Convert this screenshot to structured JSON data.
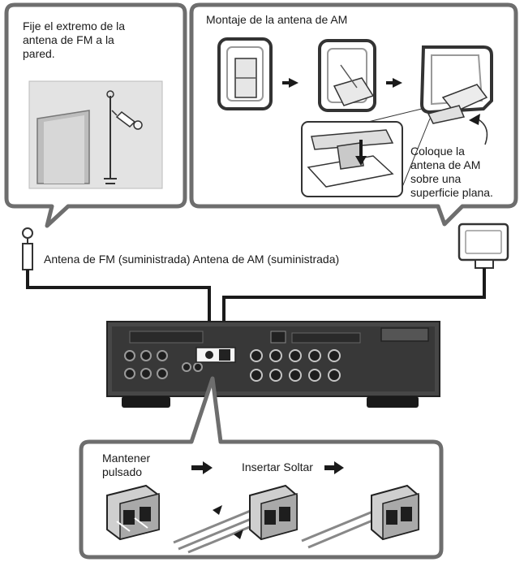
{
  "fm_panel": {
    "instruction": "Fije el extremo de la\nantena de FM a la\npared."
  },
  "am_panel": {
    "title": "Montaje de la antena de AM",
    "note": "Coloque la\nantena de AM\nsobre una\nsuperficie plana."
  },
  "antenna_caption": "Antena de FM (suministrada) Antena de AM (suministrada)",
  "connect_panel": {
    "step_hold": "Mantener\npulsado",
    "step_insert_release": "Insertar Soltar"
  },
  "colors": {
    "callout_border": "#6e6e6e",
    "line": "#1a1a1a",
    "receiver_body": "#4a4a4a",
    "receiver_panel": "#2e2e2e",
    "terminal": "#bdbdbd",
    "wall": "#d9d9d9"
  }
}
